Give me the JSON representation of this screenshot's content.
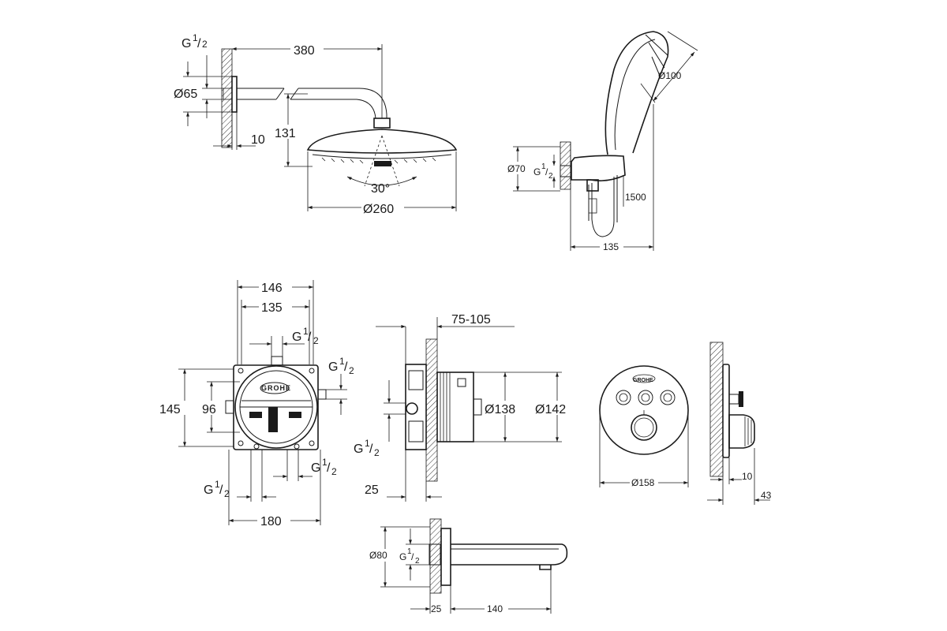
{
  "head_shower": {
    "arm_length": "380",
    "drop_height": "131",
    "flange_diameter": "Ø65",
    "wall_offset": "10",
    "spray_angle": "30°",
    "head_diameter": "Ø260",
    "thread": {
      "main": "G",
      "num": "1",
      "den": "2"
    }
  },
  "hand_shower": {
    "head_diameter": "Ø100",
    "outlet_diameter": "Ø70",
    "hose_length": "1500",
    "projection": "135",
    "thread": {
      "main": "G",
      "num": "1",
      "den": "2"
    }
  },
  "box_front": {
    "width_outer": "146",
    "width_inner": "135",
    "height_outer": "145",
    "height_inner": "96",
    "base_width": "180",
    "brand_text": "GROHE",
    "thread": {
      "main": "G",
      "num": "1",
      "den": "2"
    }
  },
  "box_side": {
    "install_depth": "75-105",
    "inner_diameter": "Ø138",
    "outer_diameter": "Ø142",
    "offset": "25",
    "thread": {
      "main": "G",
      "num": "1",
      "den": "2"
    }
  },
  "trim_plate": {
    "brand_text": "GROHE",
    "diameter": "Ø158",
    "depth_small": "10",
    "depth_large": "43"
  },
  "spout": {
    "flange_diameter": "Ø80",
    "wall_offset": "25",
    "length": "140",
    "thread": {
      "main": "G",
      "num": "1",
      "den": "2"
    }
  }
}
